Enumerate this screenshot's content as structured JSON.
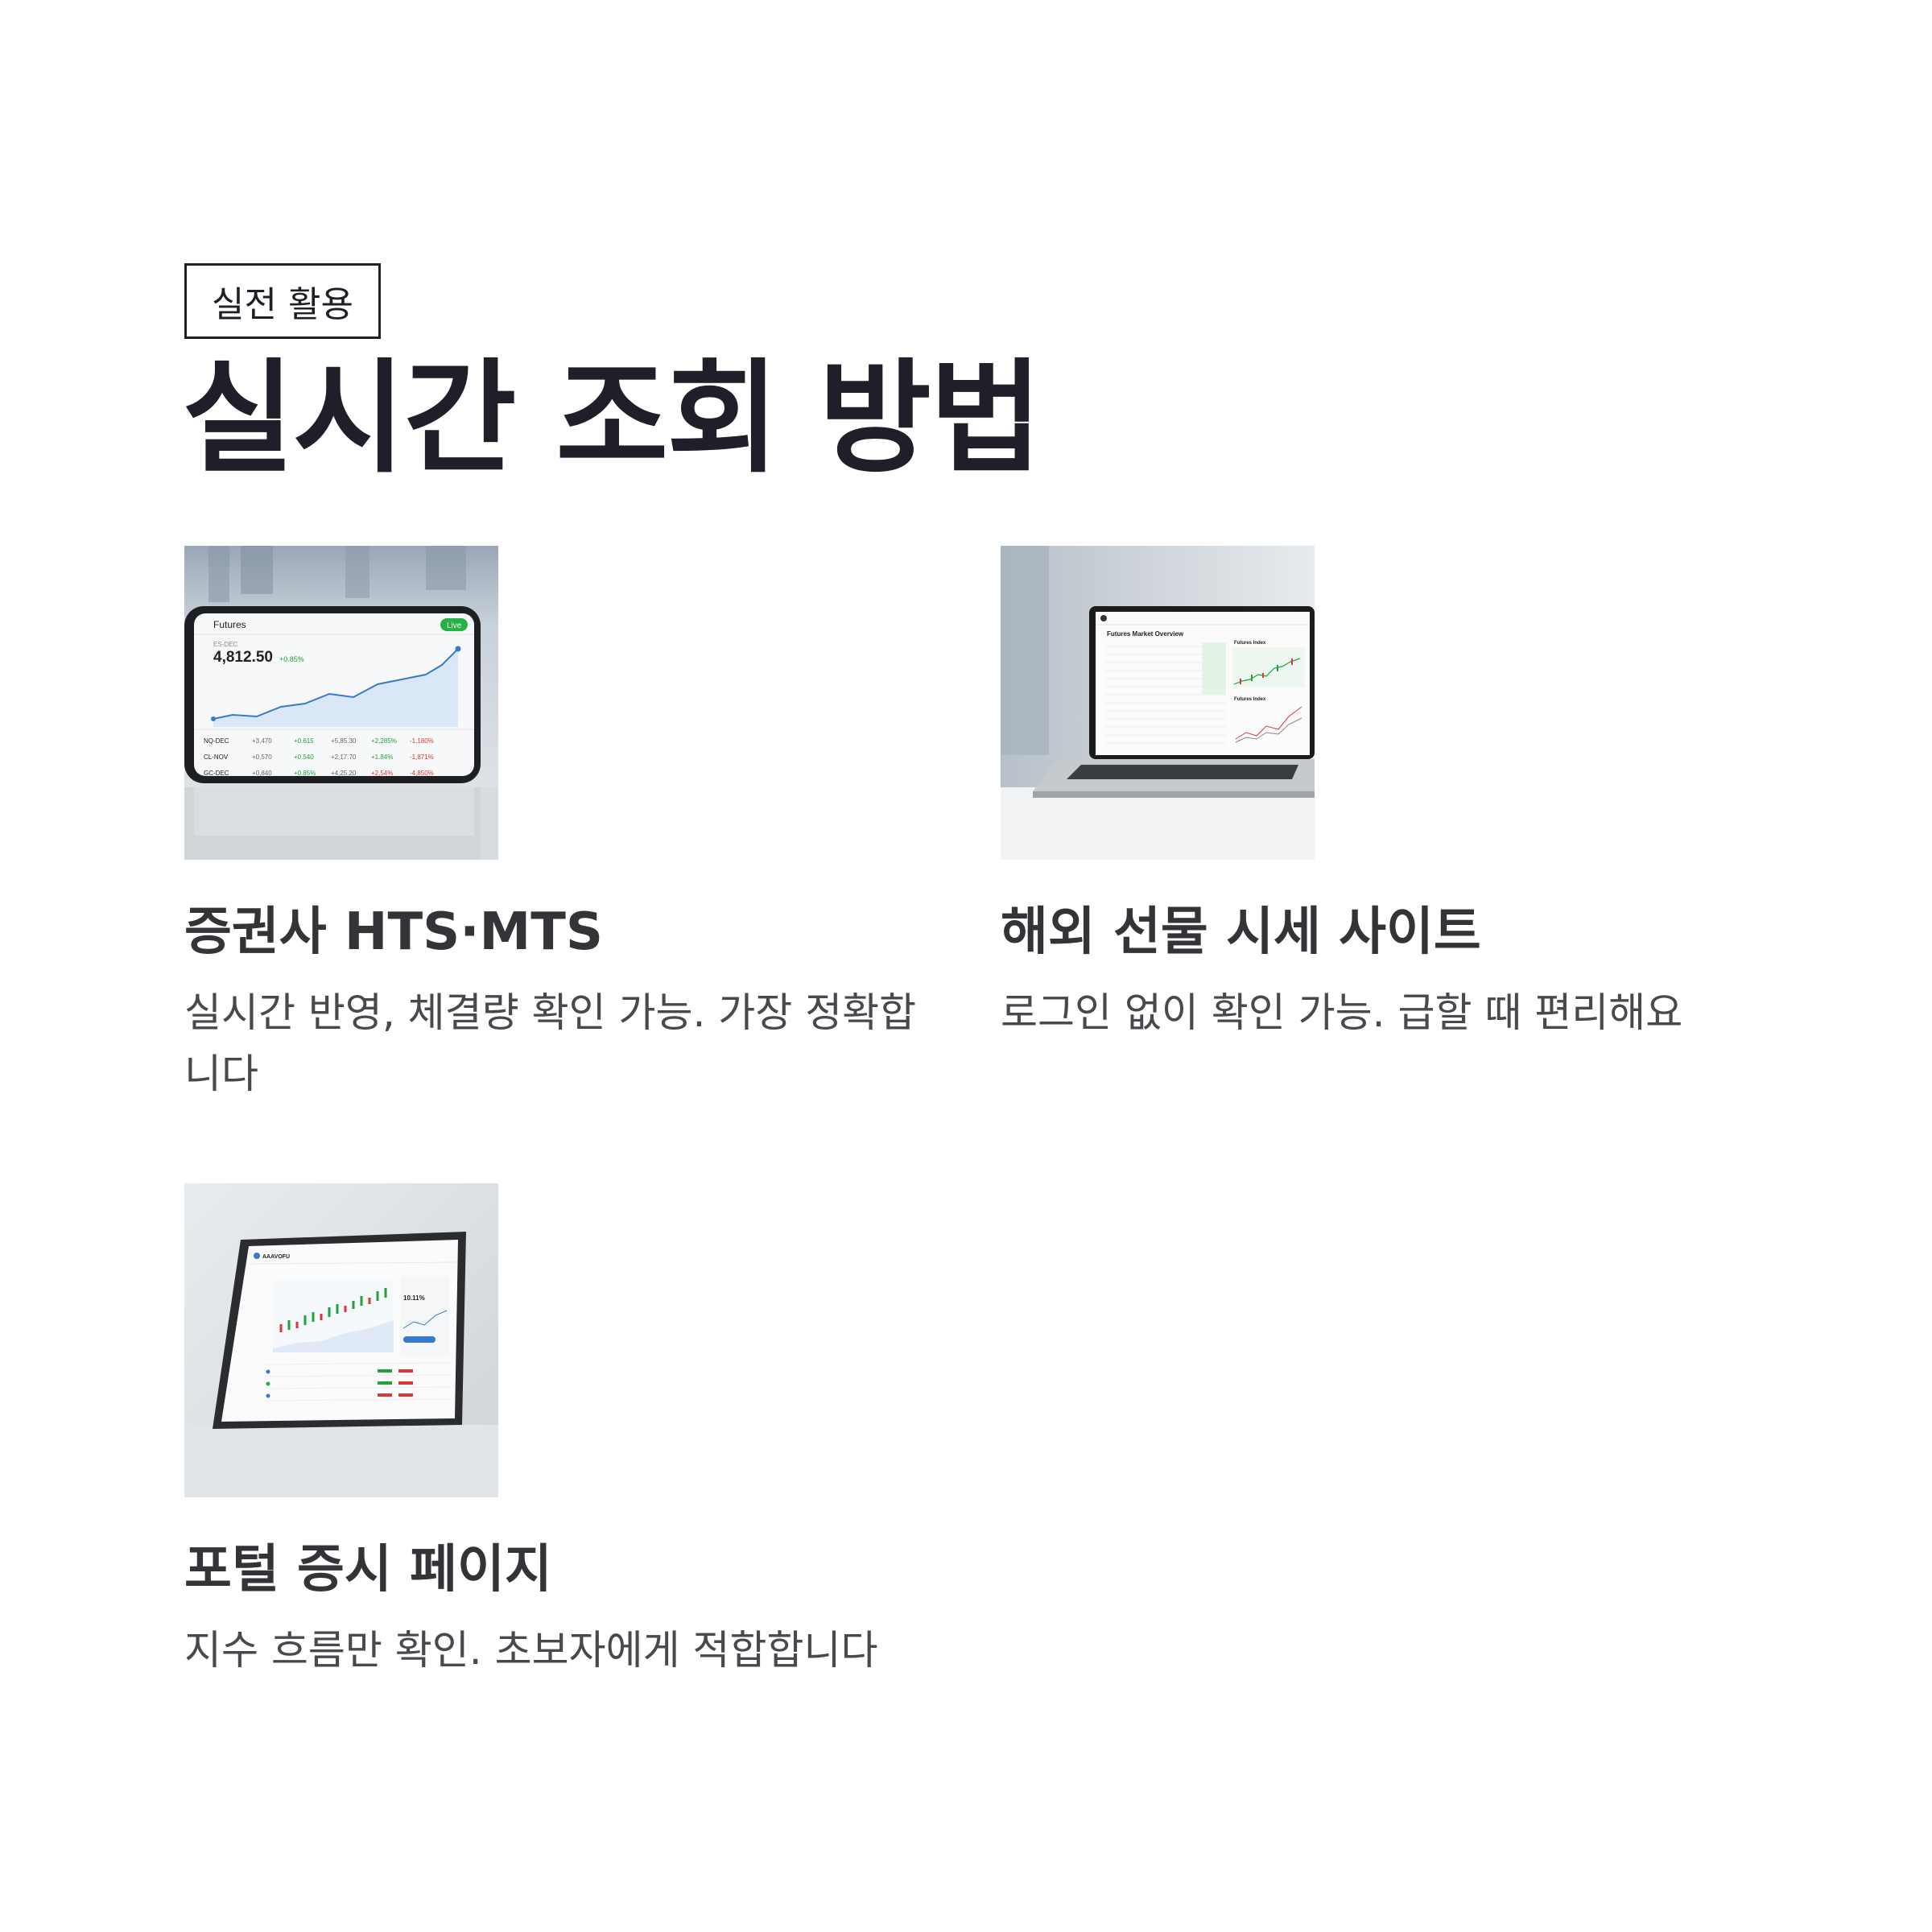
{
  "header": {
    "tag": "실전 활용",
    "title": "실시간 조회 방법"
  },
  "cards": [
    {
      "title": "증권사 HTS·MTS",
      "description": "실시간 반영, 체결량 확인 가능. 가장 정확합니다",
      "image": {
        "screen_title": "Futures",
        "live_badge": "Live",
        "instrument": "ES-DEC",
        "price": "4,812.50",
        "change": "+0.85%",
        "rows": [
          {
            "sym": "NQ-DEC",
            "a": "+3,470",
            "b": "+0.615",
            "c": "+5,85.30",
            "d": "+2,285%",
            "e": "-1,180%"
          },
          {
            "sym": "CL-NOV",
            "a": "+0,570",
            "b": "+0.540",
            "c": "+2,17.70",
            "d": "+1.84%",
            "e": "-1,871%"
          },
          {
            "sym": "GC-DEC",
            "a": "+0,840",
            "b": "+0.85%",
            "c": "+4,25.20",
            "d": "+2,54%",
            "e": "-4,850%"
          }
        ]
      }
    },
    {
      "title": "해외 선물 시세 사이트",
      "description": "로그인 없이 확인 가능. 급할 때 편리해요",
      "image": {
        "screen_title": "Futures Market Overview",
        "panel_1": "Futures Index",
        "panel_2": "Futures Index"
      }
    },
    {
      "title": "포털 증시 페이지",
      "description": "지수 흐름만 확인. 초보자에게 적합합니다",
      "image": {
        "app_name": "AAAVOFU",
        "stat": "10.11%"
      }
    }
  ],
  "colors": {
    "ink": "#1f1f29",
    "card_title": "#333338",
    "body_text": "#48484e",
    "up": "#1fa33a",
    "down": "#d8383a",
    "line": "#3a78c8"
  }
}
